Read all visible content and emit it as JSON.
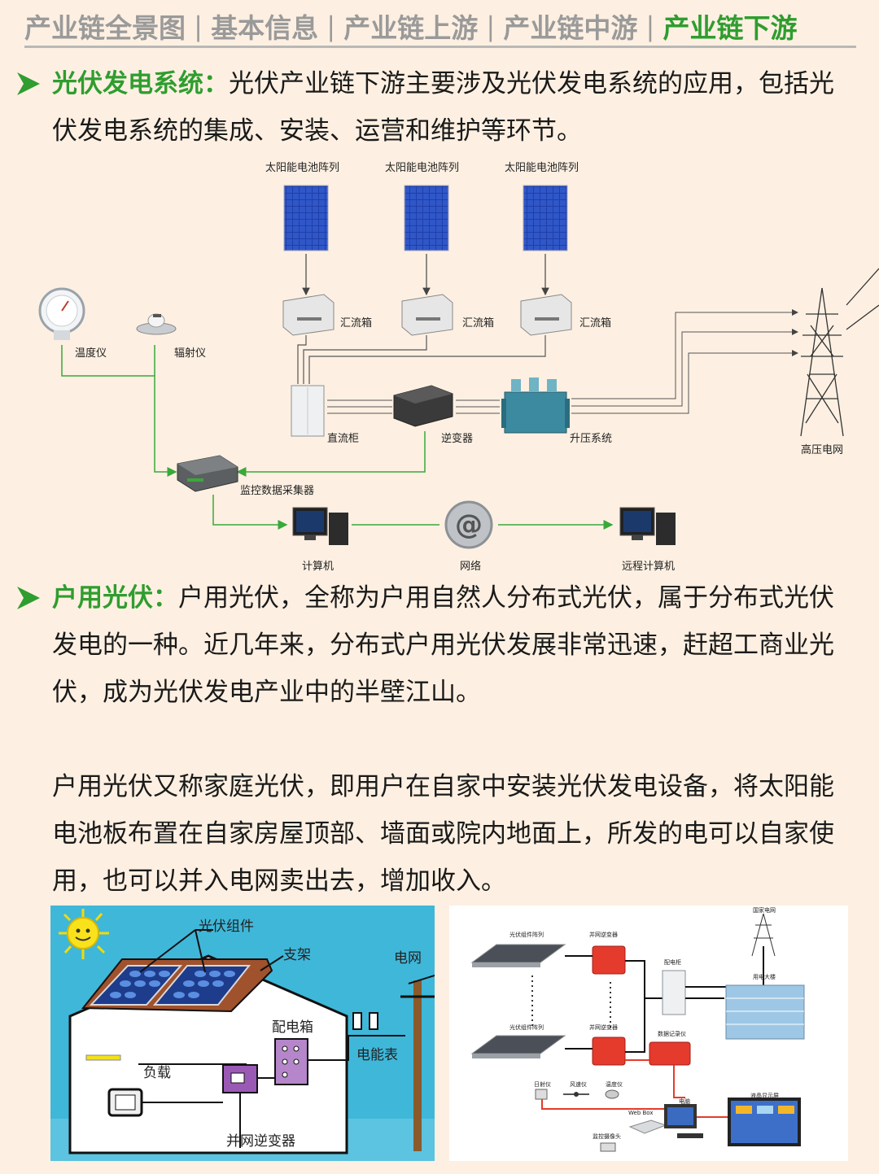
{
  "nav": {
    "tabs": [
      "产业链全景图",
      "基本信息",
      "产业链上游",
      "产业链中游",
      "产业链下游"
    ],
    "active_index": 4
  },
  "section1": {
    "keyword": "光伏发电系统：",
    "text": "光伏产业链下游主要涉及光伏发电系统的应用，包括光伏发电系统的集成、安装、运营和维护等环节。"
  },
  "diagram1": {
    "array_label": "太阳能电池阵列",
    "combiner_label": "汇流箱",
    "thermometer_label": "温度仪",
    "radiometer_label": "辐射仪",
    "dc_cabinet_label": "直流柜",
    "inverter_label": "逆变器",
    "boost_label": "升压系统",
    "grid_label": "高压电网",
    "monitor_label": "监控数据采集器",
    "computer_label": "计算机",
    "network_label": "网络",
    "remote_label": "远程计算机"
  },
  "section2": {
    "keyword": "户用光伏：",
    "text": "户用光伏，全称为户用自然人分布式光伏，属于分布式光伏发电的一种。近几年来，分布式户用光伏发展非常迅速，赶超工商业光伏，成为光伏发电产业中的半壁江山。",
    "text2": "户用光伏又称家庭光伏，即用户在自家中安装光伏发电设备，将太阳能电池板布置在自家房屋顶部、墙面或院内地面上，所发的电可以自家使用，也可以并入电网卖出去，增加收入。"
  },
  "house_diagram": {
    "pv_module": "光伏组件",
    "bracket": "支架",
    "grid": "电网",
    "distribution_box": "配电箱",
    "meter": "电能表",
    "load": "负载",
    "inverter": "并网逆变器"
  },
  "system_diagram": {
    "pv_array_top": "光伏组件阵列",
    "inverter_top": "并网逆变器",
    "pv_array_bottom": "光伏组件阵列",
    "inverter_bottom": "并网逆变器",
    "state_grid": "国家电网",
    "dist_cabinet": "配电柜",
    "user_building": "用电大楼",
    "data_logger": "数据记录仪",
    "irradiance": "日射仪",
    "wind_speed": "风速仪",
    "temperature": "温度仪",
    "computer": "电脑",
    "web_box": "Web Box",
    "camera": "监控摄像头",
    "display": "液晶显示屏"
  },
  "colors": {
    "accent": "#2f9d2f",
    "background": "#fdf0e2",
    "line_green": "#3aa83a"
  }
}
